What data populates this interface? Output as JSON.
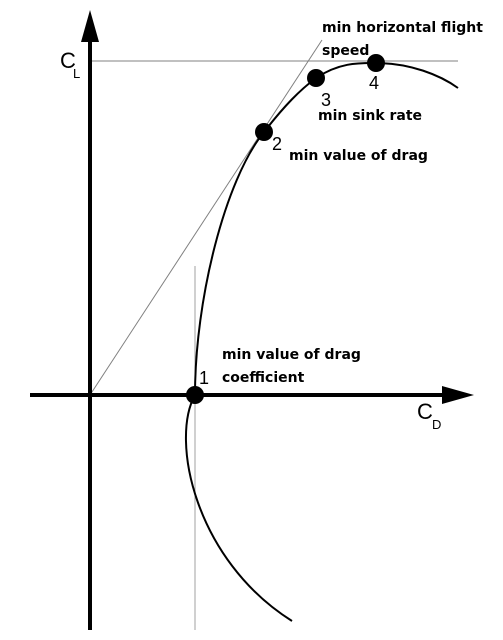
{
  "axes": {
    "y_letter": "C",
    "y_sub": "L",
    "x_letter": "C",
    "x_sub": "D"
  },
  "points": [
    {
      "number": "1",
      "label_lines": [
        "min value of drag",
        "coefficient"
      ]
    },
    {
      "number": "2",
      "label_lines": [
        "min value of drag"
      ]
    },
    {
      "number": "3",
      "label_lines": [
        "min sink rate"
      ]
    },
    {
      "number": "4",
      "label_lines": [
        "min horizontal flight",
        "speed"
      ]
    }
  ],
  "colors": {
    "ink": "#000000",
    "guide": "#808080",
    "guide_light": "#a0a0a0"
  }
}
